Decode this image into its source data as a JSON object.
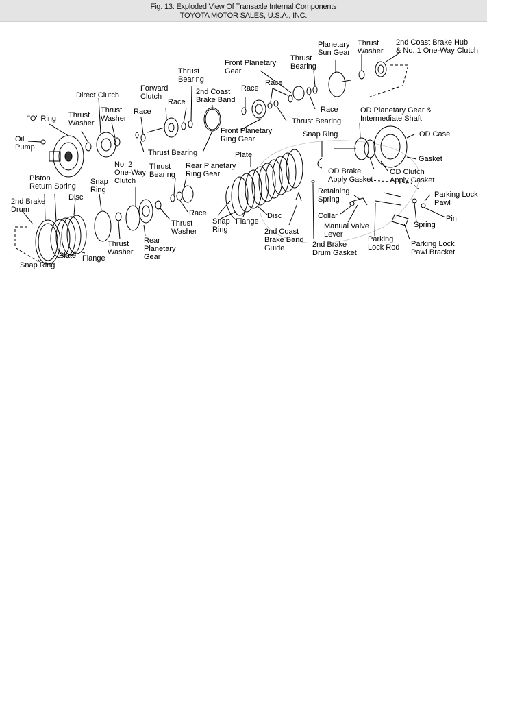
{
  "header": {
    "line1": "Fig. 13: Exploded View Of Transaxle Internal Components",
    "line2": "TOYOTA MOTOR SALES, U.S.A., INC."
  },
  "labels": {
    "o_ring": "\"O\" Ring",
    "oil_pump_1": "Oil",
    "oil_pump_2": "Pump",
    "thrust_washer_a_1": "Thrust",
    "thrust_washer_a_2": "Washer",
    "direct_clutch": "Direct Clutch",
    "thrust_washer_b_1": "Thrust",
    "thrust_washer_b_2": "Washer",
    "race_a": "Race",
    "forward_clutch_1": "Forward",
    "forward_clutch_2": "Clutch",
    "race_b": "Race",
    "thrust_bearing_a_1": "Thrust",
    "thrust_bearing_a_2": "Bearing",
    "coast_band_1": "2nd Coast",
    "coast_band_2": "Brake Band",
    "race_c": "Race",
    "front_planetary_gear_1": "Front Planetary",
    "front_planetary_gear_2": "Gear",
    "race_d": "Race",
    "thrust_bearing_b_1": "Thrust",
    "thrust_bearing_b_2": "Bearing",
    "planetary_sun_gear_1": "Planetary",
    "planetary_sun_gear_2": "Sun Gear",
    "thrust_washer_c_1": "Thrust",
    "thrust_washer_c_2": "Washer",
    "coast_hub_1": "2nd Coast Brake Hub",
    "coast_hub_2": "& No. 1 One-Way Clutch",
    "race_e": "Race",
    "od_planetary_1": "OD Planetary Gear &",
    "od_planetary_2": "Intermediate Shaft",
    "thrust_bearing_c": "Thrust Bearing",
    "front_ring_gear_1": "Front Planetary",
    "front_ring_gear_2": "Ring Gear",
    "snap_ring_a": "Snap Ring",
    "od_case": "OD Case",
    "thrust_bearing_d": "Thrust Bearing",
    "gasket": "Gasket",
    "plate_a": "Plate",
    "od_brake_gasket_1": "OD Brake",
    "od_brake_gasket_2": "Apply Gasket",
    "od_clutch_gasket_1": "OD Clutch",
    "od_clutch_gasket_2": "Apply Gasket",
    "no2_clutch_1": "No. 2",
    "no2_clutch_2": "One-Way",
    "no2_clutch_3": "Clutch",
    "thrust_bearing_e_1": "Thrust",
    "thrust_bearing_e_2": "Bearing",
    "rear_ring_gear_1": "Rear Planetary",
    "rear_ring_gear_2": "Ring Gear",
    "piston_spring_1": "Piston",
    "piston_spring_2": "Return Spring",
    "snap_ring_b_1": "Snap",
    "snap_ring_b_2": "Ring",
    "disc_a": "Disc",
    "brake_drum_1": "2nd Brake",
    "brake_drum_2": "Drum",
    "retaining_spring_1": "Retaining",
    "retaining_spring_2": "Spring",
    "parking_pawl_1": "Parking Lock",
    "parking_pawl_2": "Pawl",
    "race_f": "Race",
    "thrust_washer_d_1": "Thrust",
    "thrust_washer_d_2": "Washer",
    "snap_ring_c_1": "Snap",
    "snap_ring_c_2": "Ring",
    "flange_a": "Flange",
    "disc_b": "Disc",
    "collar": "Collar",
    "pin": "Pin",
    "spring": "Spring",
    "manual_valve_1": "Manual Valve",
    "manual_valve_2": "Lever",
    "band_guide_1": "2nd Coast",
    "band_guide_2": "Brake Band",
    "band_guide_3": "Guide",
    "rear_planetary_1": "Rear",
    "rear_planetary_2": "Planetary",
    "rear_planetary_3": "Gear",
    "thrust_washer_e_1": "Thrust",
    "thrust_washer_e_2": "Washer",
    "plate_b": "Plate",
    "flange_b": "Flange",
    "snap_ring_d": "Snap Ring",
    "drum_gasket_1": "2nd Brake",
    "drum_gasket_2": "Drum Gasket",
    "lock_rod_1": "Parking",
    "lock_rod_2": "Lock Rod",
    "pawl_bracket_1": "Parking Lock",
    "pawl_bracket_2": "Pawl Bracket"
  }
}
